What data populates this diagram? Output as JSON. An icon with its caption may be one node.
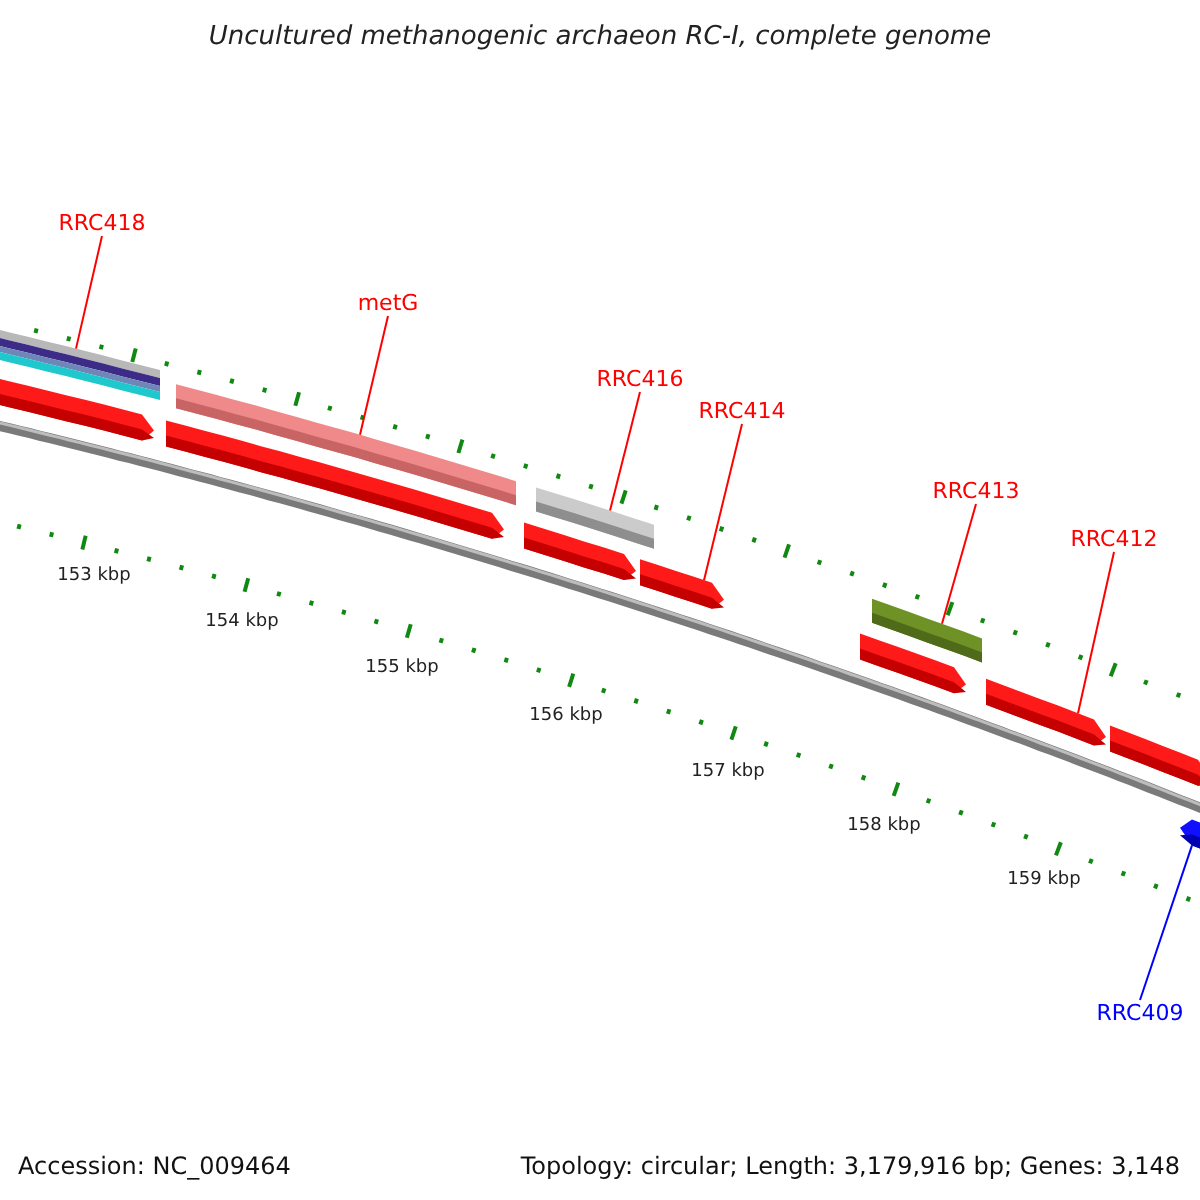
{
  "diagram": {
    "title": "Uncultured methanogenic archaeon RC-I, complete genome",
    "nodes": [
      {
        "text": [
          "RRC418"
        ]
      },
      {
        "text": [
          "metG"
        ]
      },
      {
        "text": [
          "RRC416"
        ]
      },
      {
        "text": [
          "RRC414"
        ]
      },
      {
        "text": [
          "RRC413"
        ]
      },
      {
        "text": [
          "RRC412"
        ]
      },
      {
        "text": [
          "RRC409"
        ]
      },
      {
        "text": [],
        "shape": "bar"
      },
      {
        "text": [],
        "shape": "arrow"
      },
      {
        "text": [],
        "shape": "bar"
      },
      {
        "text": [],
        "shape": "arrow"
      },
      {
        "text": [],
        "shape": "bar"
      },
      {
        "text": [],
        "shape": "arrow"
      },
      {
        "text": [],
        "shape": "arrow"
      },
      {
        "text": [],
        "shape": "bar"
      },
      {
        "text": [],
        "shape": "arrow"
      },
      {
        "text": [],
        "shape": "arrow"
      },
      {
        "text": [],
        "shape": "arrow"
      },
      {
        "text": [],
        "shape": "arrow"
      }
    ],
    "edges": [
      {
        "from": 0,
        "to": 7,
        "arrow": "none"
      },
      {
        "from": 1,
        "to": 9,
        "arrow": "none"
      },
      {
        "from": 2,
        "to": 11,
        "arrow": "none"
      },
      {
        "from": 3,
        "to": 13,
        "arrow": "none"
      },
      {
        "from": 4,
        "to": 14,
        "arrow": "none"
      },
      {
        "from": 5,
        "to": 16,
        "arrow": "none"
      },
      {
        "from": 6,
        "to": 18,
        "arrow": "none",
        "color": "#0000ff"
      }
    ],
    "labels": [
      "153 kbp",
      "154 kbp",
      "155 kbp",
      "156 kbp",
      "157 kbp",
      "158 kbp",
      "159 kbp",
      "Accession: NC_009464",
      "Topology: circular; Length: 3,179,916 bp; Genes: 3,148"
    ]
  }
}
